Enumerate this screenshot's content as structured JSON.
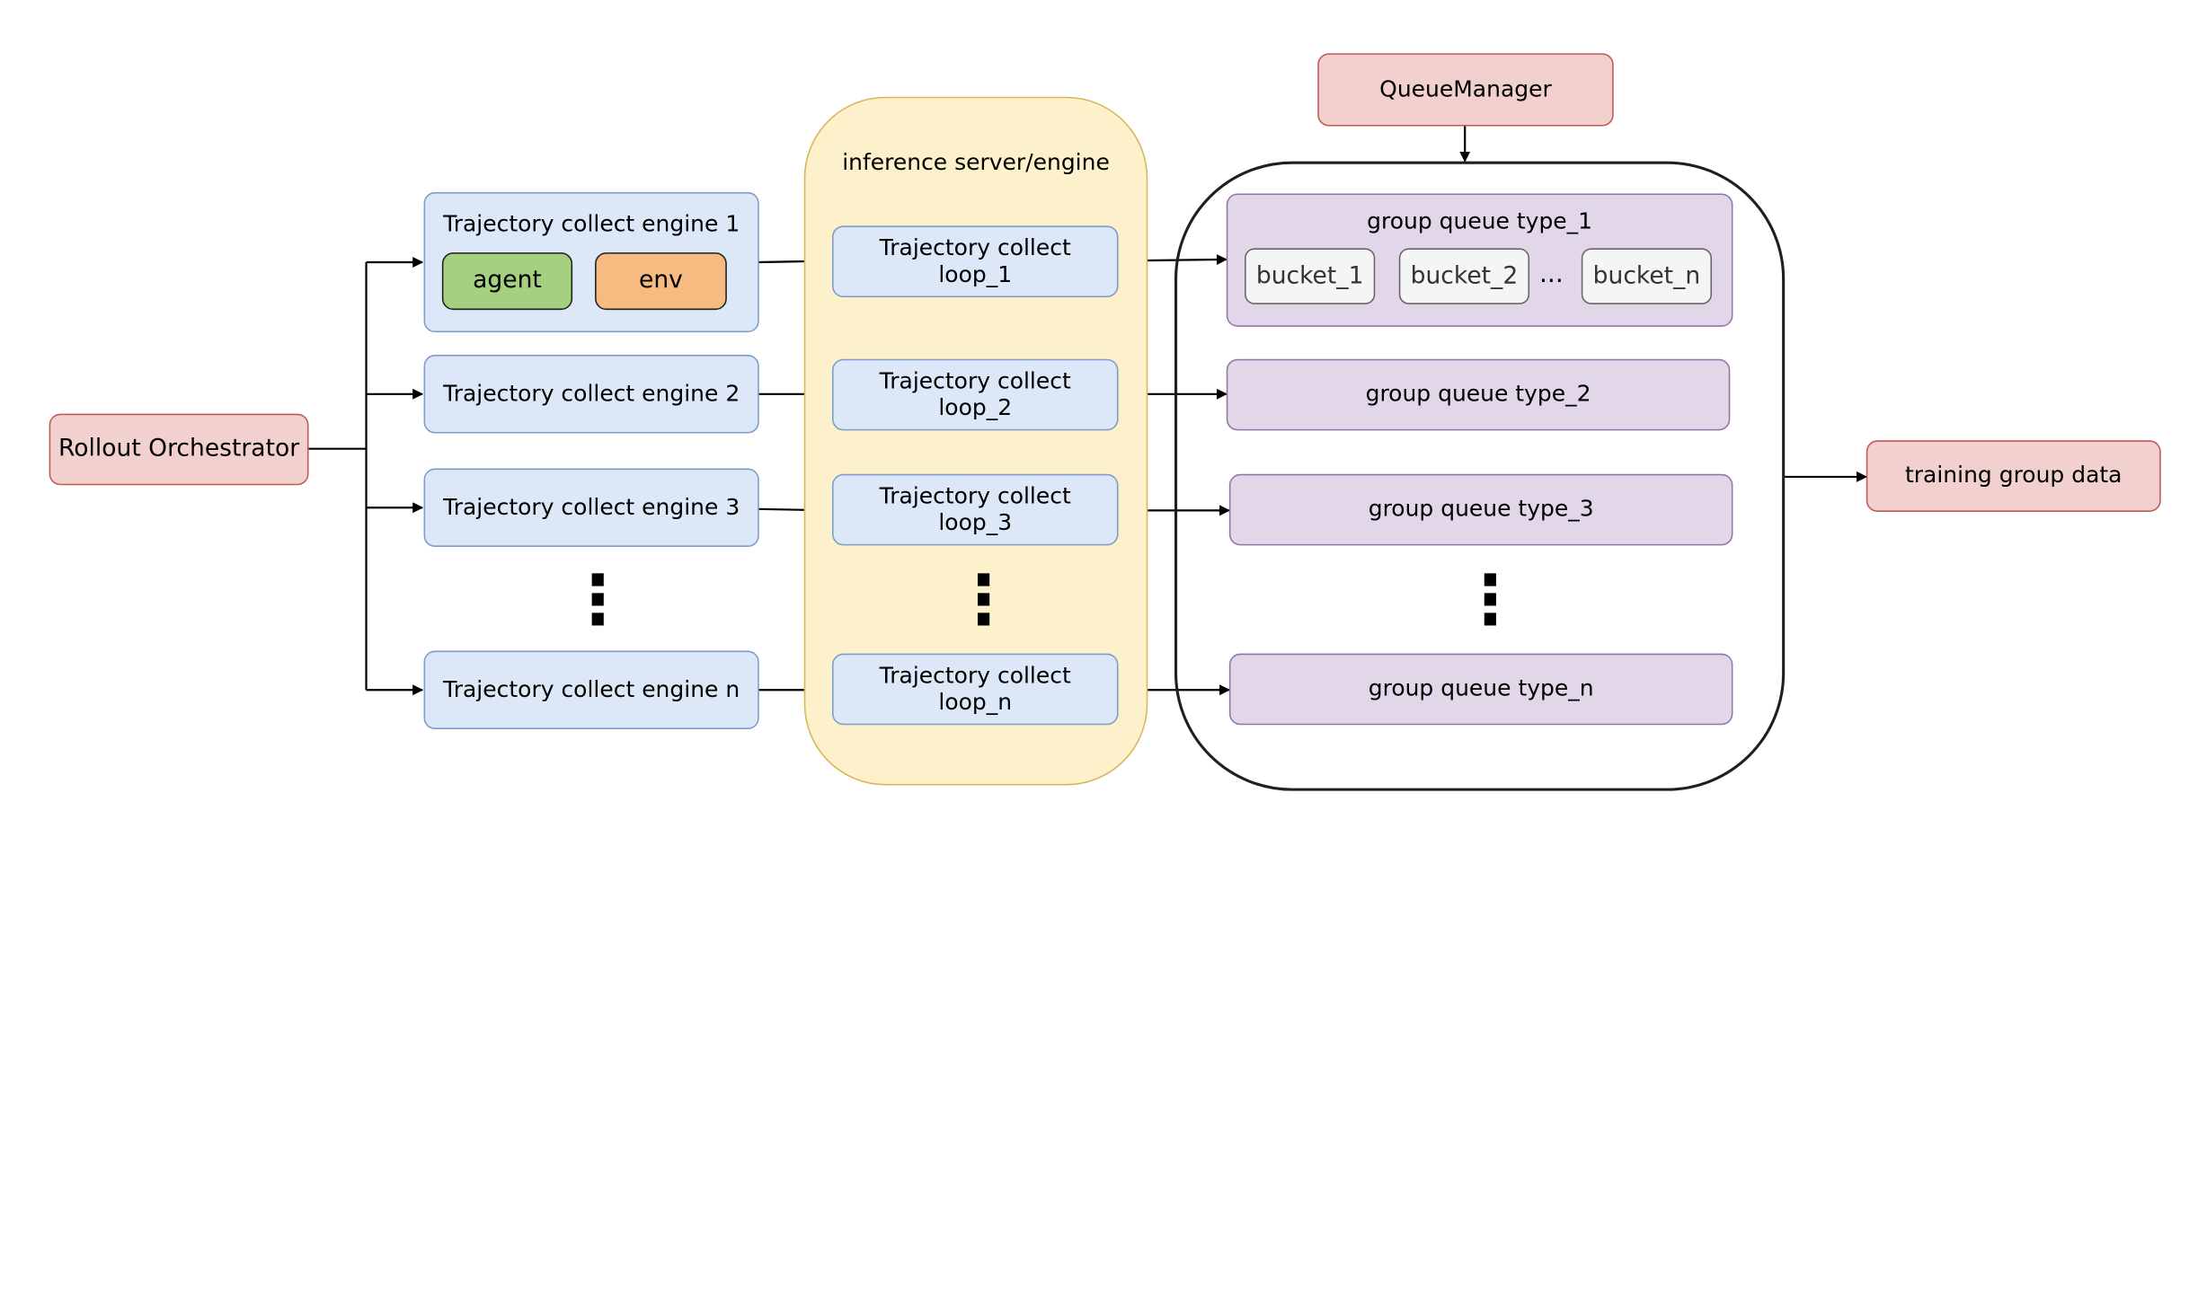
{
  "diagram": {
    "rollout_orchestrator": "Rollout Orchestrator",
    "queue_manager": "QueueManager",
    "training_group_data": "training group data",
    "inference": {
      "title": "inference server/engine",
      "loops": [
        "Trajectory collect loop_1",
        "Trajectory collect loop_2",
        "Trajectory collect loop_3",
        "Trajectory collect loop_n"
      ],
      "ellipsis": "⋮"
    },
    "engines": [
      {
        "title": "Trajectory collect engine 1",
        "components": [
          {
            "label": "agent",
            "color": "#a4d07f"
          },
          {
            "label": "env",
            "color": "#f5bb80"
          }
        ]
      },
      {
        "title": "Trajectory collect engine 2"
      },
      {
        "title": "Trajectory collect engine 3"
      },
      {
        "title": "Trajectory collect engine n"
      }
    ],
    "engine_ellipsis": "⋮",
    "group_queues": [
      {
        "title": "group queue type_1",
        "buckets": [
          "bucket_1",
          "bucket_2",
          "bucket_n"
        ],
        "bucket_ellipsis": "..."
      },
      {
        "title": "group queue type_2"
      },
      {
        "title": "group queue type_3"
      },
      {
        "title": "group queue type_n"
      }
    ],
    "queue_ellipsis": "⋮",
    "colors": {
      "red_fill": "#f2d0ce",
      "blue_fill": "#dce8f8",
      "purple_fill": "#e1d7e8",
      "yellow_fill": "#fdf1cc",
      "bucket_fill": "#f5f5f5"
    }
  }
}
